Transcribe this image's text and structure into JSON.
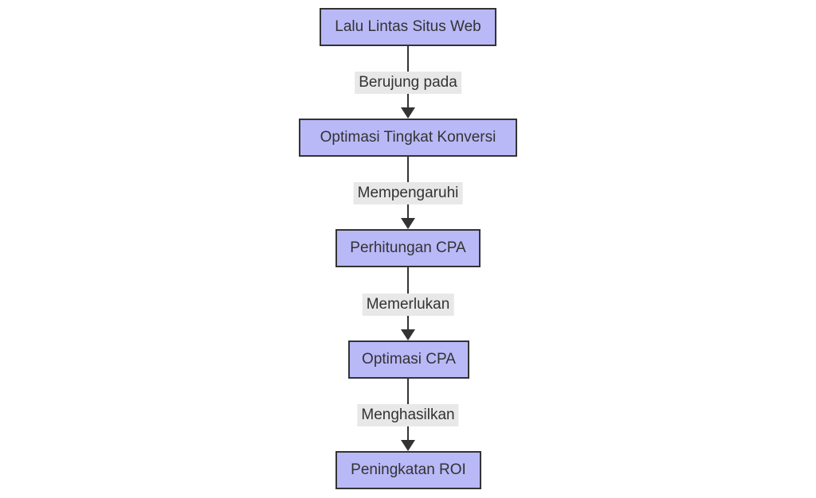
{
  "diagram": {
    "type": "flowchart-top-down",
    "colors": {
      "background": "#ffffff",
      "node_fill": "#b9b9f8",
      "node_border": "#333333",
      "node_text": "#333333",
      "edge_line": "#333333",
      "edge_label_bg": "#e8e8e8",
      "edge_label_text": "#333333"
    },
    "nodes": [
      {
        "label": "Lalu Lintas Situs Web"
      },
      {
        "label": "Optimasi Tingkat Konversi"
      },
      {
        "label": "Perhitungan CPA"
      },
      {
        "label": "Optimasi CPA"
      },
      {
        "label": "Peningkatan ROI"
      }
    ],
    "edges": [
      {
        "from": "Lalu Lintas Situs Web",
        "to": "Optimasi Tingkat Konversi",
        "label": "Berujung pada"
      },
      {
        "from": "Optimasi Tingkat Konversi",
        "to": "Perhitungan CPA",
        "label": "Mempengaruhi"
      },
      {
        "from": "Perhitungan CPA",
        "to": "Optimasi CPA",
        "label": "Memerlukan"
      },
      {
        "from": "Optimasi CPA",
        "to": "Peningkatan ROI",
        "label": "Menghasilkan"
      }
    ]
  }
}
